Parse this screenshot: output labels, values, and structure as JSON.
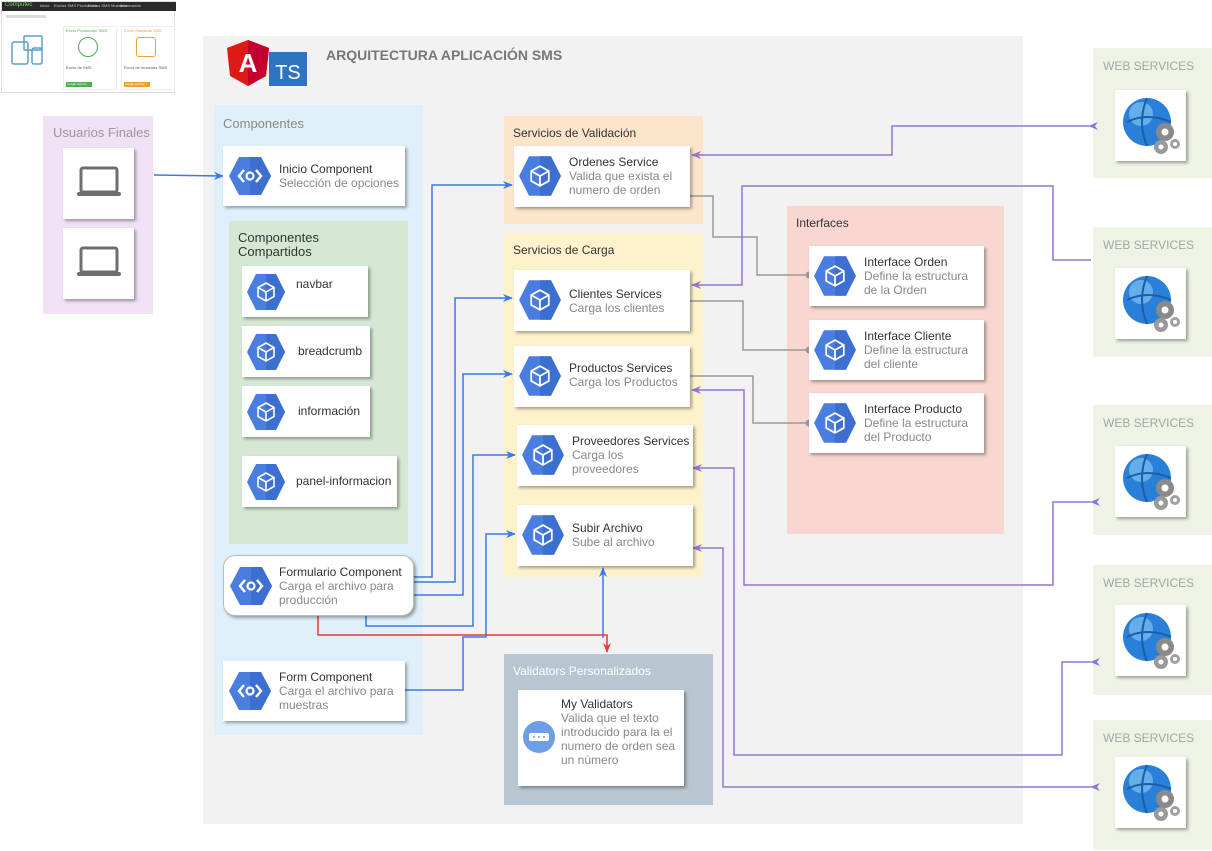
{
  "title": "ARQUITECTURA APLICACIÓN SMS",
  "logo": {
    "letter": "A",
    "badge": "TS"
  },
  "thumbnail": {
    "app_name": "Computec",
    "nav": [
      "Inicio",
      "Envíos SMS Producción",
      "Envíos SMS Muestras",
      "Información"
    ],
    "card1_title": "Envío Producción SMS",
    "card1_subtitle": "Envío de SMS",
    "card1_button": "Cargar archivo",
    "card2_title": "Envío Muestras SMS",
    "card2_subtitle": "Envío de muestras SMS",
    "card2_button": "Cargar archivo"
  },
  "usuarios": {
    "title": "Usuarios Finales"
  },
  "componentes": {
    "title": "Componentes",
    "inicio": {
      "name": "Inicio Component",
      "desc": "Selección de opciones"
    },
    "compartidos": {
      "title": "Componentes Compartidos",
      "items": [
        "navbar",
        "breadcrumb",
        "información",
        "panel-informacion"
      ]
    },
    "formulario": {
      "name": "Formulario Component",
      "desc": "Carga el archivo para producción"
    },
    "form": {
      "name": "Form Component",
      "desc": "Carga el archivo para muestras"
    }
  },
  "validacion": {
    "title": "Servicios de Validación",
    "ordenes": {
      "name": "Ordenes Service",
      "desc": "Valida que exista el numero de orden"
    }
  },
  "carga": {
    "title": "Servicios de Carga",
    "clientes": {
      "name": "Clientes Services",
      "desc": "Carga los clientes"
    },
    "productos": {
      "name": "Productos Services",
      "desc": "Carga los Productos"
    },
    "proveedores": {
      "name": "Proveedores Services",
      "desc": "Carga los proveedores"
    },
    "subir": {
      "name": "Subir Archivo",
      "desc": "Sube al archivo"
    }
  },
  "interfaces": {
    "title": "Interfaces",
    "orden": {
      "name": "Interface Orden",
      "desc": "Define la estructura de la Orden"
    },
    "cliente": {
      "name": "Interface Cliente",
      "desc": "Define la estructura del cliente"
    },
    "producto": {
      "name": "Interface Producto",
      "desc": "Define la estructura del Producto"
    }
  },
  "validators": {
    "title": "Validators Personalizados",
    "my": {
      "name": "My Validators",
      "desc": "Valida que el texto introducido para la el numero de orden sea un número"
    }
  },
  "web_services": [
    "WEB SERVICES",
    "WEB SERVICES",
    "WEB SERVICES",
    "WEB SERVICES",
    "WEB SERVICES"
  ],
  "colors": {
    "blue_arrow": "#3c7ae6",
    "purple_arrow": "#9474d6",
    "red_arrow": "#e03c3c",
    "gray_connector": "#999999",
    "icon_blue": "#4a7de0"
  }
}
